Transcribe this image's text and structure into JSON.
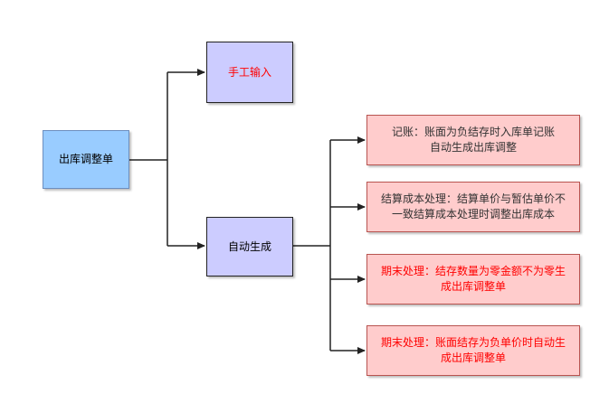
{
  "diagram": {
    "root": {
      "label": "出库调整单"
    },
    "branches": [
      {
        "label": "手工输入",
        "color": "#ff0000"
      },
      {
        "label": "自动生成",
        "color": "#000000"
      }
    ],
    "leaves": [
      {
        "line1": "记账：账面为负结存时入库单记账",
        "line2": "自动生成出库调整",
        "color": "#333333"
      },
      {
        "line1": "结算成本处理：结算单价与暂估单价不",
        "line2": "一致结算成本处理时调整出库成本",
        "color": "#333333"
      },
      {
        "line1": "期末处理：结存数量为零金额不为零生",
        "line2": "成出库调整单",
        "color": "#ff0000"
      },
      {
        "line1": "期末处理：账面结存为负单价时自动生",
        "line2": "成出库调整单",
        "color": "#ff0000"
      }
    ],
    "colors": {
      "root_fill": "#99ccff",
      "branch_fill": "#ccccff",
      "leaf_fill": "#ffcccc",
      "connector": "#222222"
    }
  }
}
